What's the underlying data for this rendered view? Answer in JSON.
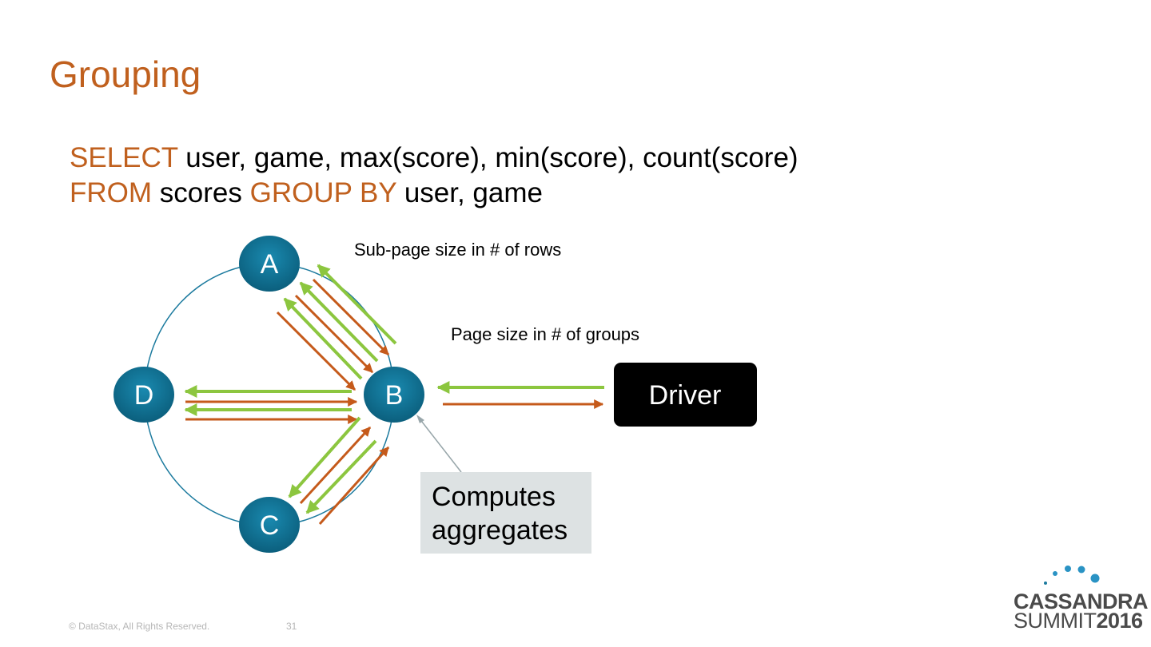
{
  "slide": {
    "title": "Grouping",
    "query": {
      "kw_select": "SELECT",
      "line1_rest": " user, game, max(score), min(score), count(score)",
      "kw_from": "FROM",
      "line2_mid": " scores ",
      "kw_group_by": "GROUP BY",
      "line2_rest": " user, game"
    }
  },
  "diagram": {
    "nodes": [
      {
        "id": "A",
        "label": "A"
      },
      {
        "id": "B",
        "label": "B"
      },
      {
        "id": "C",
        "label": "C"
      },
      {
        "id": "D",
        "label": "D"
      }
    ],
    "driver_label": "Driver",
    "subpage_label": "Sub-page size in # of rows",
    "page_label": "Page size in # of groups",
    "compute_label_line1": "Computes",
    "compute_label_line2": "aggregates",
    "colors": {
      "node": "#0f6f8f",
      "ring": "#1b7a9e",
      "request_arrow": "#c55a1b",
      "response_arrow": "#8cc63f",
      "driver_bg": "#000000",
      "callout_bg": "#dde2e3",
      "title": "#c0601e"
    }
  },
  "footer": {
    "copyright": "© DataStax, All Rights Reserved.",
    "page_number": "31"
  },
  "logo": {
    "line1": "CASSANDRA",
    "line2_a": "SUMMIT",
    "line2_b": "2016"
  }
}
